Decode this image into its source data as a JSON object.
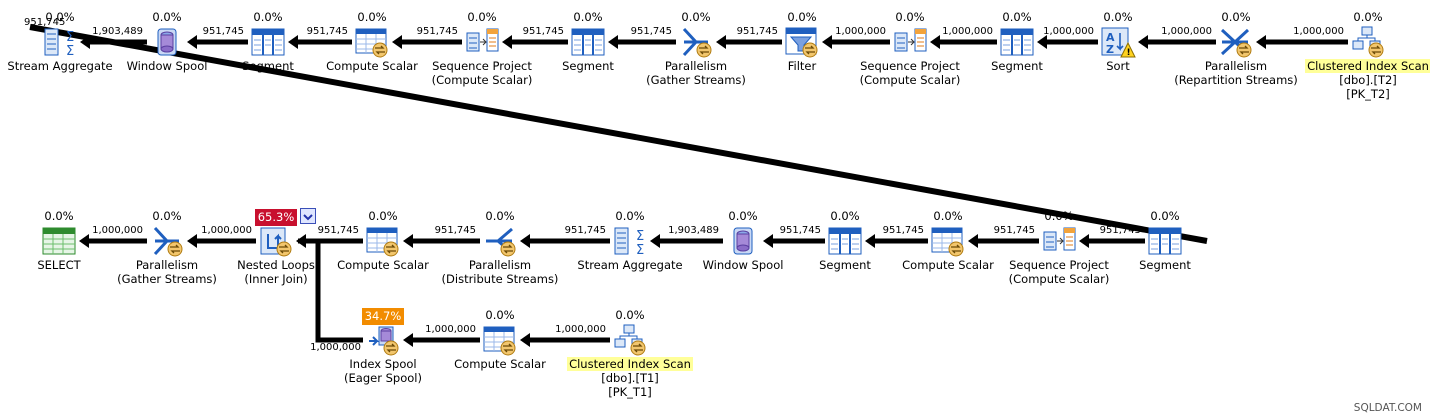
{
  "watermark": "SQLDAT.COM",
  "colors": {
    "edge": "#000000",
    "highlight": "#ffff99",
    "cost_high": "#c8102e",
    "cost_mid": "#f28c00",
    "icon_blue": "#1f5fbf"
  },
  "operators": {
    "t_stream_agg": {
      "cost": "0.0%",
      "lines": [
        "Stream Aggregate"
      ],
      "icon": "stream-aggregate-icon"
    },
    "t_win_spool": {
      "cost": "0.0%",
      "lines": [
        "Window Spool"
      ],
      "icon": "window-spool-icon"
    },
    "t_segment1": {
      "cost": "0.0%",
      "lines": [
        "Segment"
      ],
      "icon": "segment-icon"
    },
    "t_compute": {
      "cost": "0.0%",
      "lines": [
        "Compute Scalar"
      ],
      "icon": "compute-scalar-icon"
    },
    "t_seqproj1": {
      "cost": "0.0%",
      "lines": [
        "Sequence Project",
        "(Compute Scalar)"
      ],
      "icon": "sequence-project-icon"
    },
    "t_segment2": {
      "cost": "0.0%",
      "lines": [
        "Segment"
      ],
      "icon": "segment-icon"
    },
    "t_par_gather": {
      "cost": "0.0%",
      "lines": [
        "Parallelism",
        "(Gather Streams)"
      ],
      "icon": "parallelism-gather-icon"
    },
    "t_filter": {
      "cost": "0.0%",
      "lines": [
        "Filter"
      ],
      "icon": "filter-icon"
    },
    "t_seqproj2": {
      "cost": "0.0%",
      "lines": [
        "Sequence Project",
        "(Compute Scalar)"
      ],
      "icon": "sequence-project-icon"
    },
    "t_segment3": {
      "cost": "0.0%",
      "lines": [
        "Segment"
      ],
      "icon": "segment-icon"
    },
    "t_sort": {
      "cost": "0.0%",
      "lines": [
        "Sort"
      ],
      "icon": "sort-warning-icon"
    },
    "t_par_repart": {
      "cost": "0.0%",
      "lines": [
        "Parallelism",
        "(Repartition Streams)"
      ],
      "icon": "parallelism-repartition-icon"
    },
    "t_ci_scan": {
      "cost": "0.0%",
      "lines": [
        "Clustered Index Scan",
        "[dbo].[T2]",
        "[PK_T2]"
      ],
      "icon": "clustered-index-scan-icon"
    },
    "m_select": {
      "cost": "0.0%",
      "lines": [
        "SELECT"
      ],
      "icon": "select-icon"
    },
    "m_par_gather": {
      "cost": "0.0%",
      "lines": [
        "Parallelism",
        "(Gather Streams)"
      ],
      "icon": "parallelism-gather-icon"
    },
    "m_nested": {
      "cost": "65.3%",
      "lines": [
        "Nested Loops",
        "(Inner Join)"
      ],
      "icon": "nested-loops-icon"
    },
    "m_compute1": {
      "cost": "0.0%",
      "lines": [
        "Compute Scalar"
      ],
      "icon": "compute-scalar-icon"
    },
    "m_par_dist": {
      "cost": "0.0%",
      "lines": [
        "Parallelism",
        "(Distribute Streams)"
      ],
      "icon": "parallelism-distribute-icon"
    },
    "m_stream_agg": {
      "cost": "0.0%",
      "lines": [
        "Stream Aggregate"
      ],
      "icon": "stream-aggregate-icon"
    },
    "m_win_spool": {
      "cost": "0.0%",
      "lines": [
        "Window Spool"
      ],
      "icon": "window-spool-icon"
    },
    "m_segment1": {
      "cost": "0.0%",
      "lines": [
        "Segment"
      ],
      "icon": "segment-icon"
    },
    "m_compute2": {
      "cost": "0.0%",
      "lines": [
        "Compute Scalar"
      ],
      "icon": "compute-scalar-icon"
    },
    "m_seqproj": {
      "cost": "0.0%",
      "lines": [
        "Sequence Project",
        "(Compute Scalar)"
      ],
      "icon": "sequence-project-icon"
    },
    "m_segment2": {
      "cost": "0.0%",
      "lines": [
        "Segment"
      ],
      "icon": "segment-icon"
    },
    "b_idx_spool": {
      "cost": "34.7%",
      "lines": [
        "Index Spool",
        "(Eager Spool)"
      ],
      "icon": "index-spool-icon"
    },
    "b_compute": {
      "cost": "0.0%",
      "lines": [
        "Compute Scalar"
      ],
      "icon": "compute-scalar-icon"
    },
    "b_ci_scan": {
      "cost": "0.0%",
      "lines": [
        "Clustered Index Scan",
        "[dbo].[T1]",
        "[PK_T1]"
      ],
      "icon": "clustered-index-scan-icon"
    }
  },
  "edges": [
    {
      "from": "t_win_spool",
      "to": "t_stream_agg",
      "rows": "1,903,489"
    },
    {
      "from": "t_segment1",
      "to": "t_win_spool",
      "rows": "951,745"
    },
    {
      "from": "t_compute",
      "to": "t_segment1",
      "rows": "951,745"
    },
    {
      "from": "t_seqproj1",
      "to": "t_compute",
      "rows": "951,745"
    },
    {
      "from": "t_segment2",
      "to": "t_seqproj1",
      "rows": "951,745"
    },
    {
      "from": "t_par_gather",
      "to": "t_segment2",
      "rows": "951,745"
    },
    {
      "from": "t_filter",
      "to": "t_par_gather",
      "rows": "951,745"
    },
    {
      "from": "t_seqproj2",
      "to": "t_filter",
      "rows": "1,000,000"
    },
    {
      "from": "t_segment3",
      "to": "t_seqproj2",
      "rows": "1,000,000"
    },
    {
      "from": "t_sort",
      "to": "t_segment3",
      "rows": "1,000,000"
    },
    {
      "from": "t_par_repart",
      "to": "t_sort",
      "rows": "1,000,000"
    },
    {
      "from": "t_ci_scan",
      "to": "t_par_repart",
      "rows": "1,000,000"
    },
    {
      "from": "t_stream_agg",
      "to": "m_segment2",
      "rows": "951,745"
    },
    {
      "from": "m_par_gather",
      "to": "m_select",
      "rows": "1,000,000"
    },
    {
      "from": "m_nested",
      "to": "m_par_gather",
      "rows": "1,000,000"
    },
    {
      "from": "m_compute1",
      "to": "m_nested",
      "rows": "951,745"
    },
    {
      "from": "m_par_dist",
      "to": "m_compute1",
      "rows": "951,745"
    },
    {
      "from": "m_stream_agg",
      "to": "m_par_dist",
      "rows": "951,745"
    },
    {
      "from": "m_win_spool",
      "to": "m_stream_agg",
      "rows": "1,903,489"
    },
    {
      "from": "m_segment1",
      "to": "m_win_spool",
      "rows": "951,745"
    },
    {
      "from": "m_compute2",
      "to": "m_segment1",
      "rows": "951,745"
    },
    {
      "from": "m_seqproj",
      "to": "m_compute2",
      "rows": "951,745"
    },
    {
      "from": "m_segment2",
      "to": "m_seqproj",
      "rows": "951,745"
    },
    {
      "from": "b_idx_spool",
      "to": "m_nested",
      "rows": "1,000,000"
    },
    {
      "from": "b_compute",
      "to": "b_idx_spool",
      "rows": "1,000,000"
    },
    {
      "from": "b_ci_scan",
      "to": "b_compute",
      "rows": "1,000,000"
    }
  ]
}
